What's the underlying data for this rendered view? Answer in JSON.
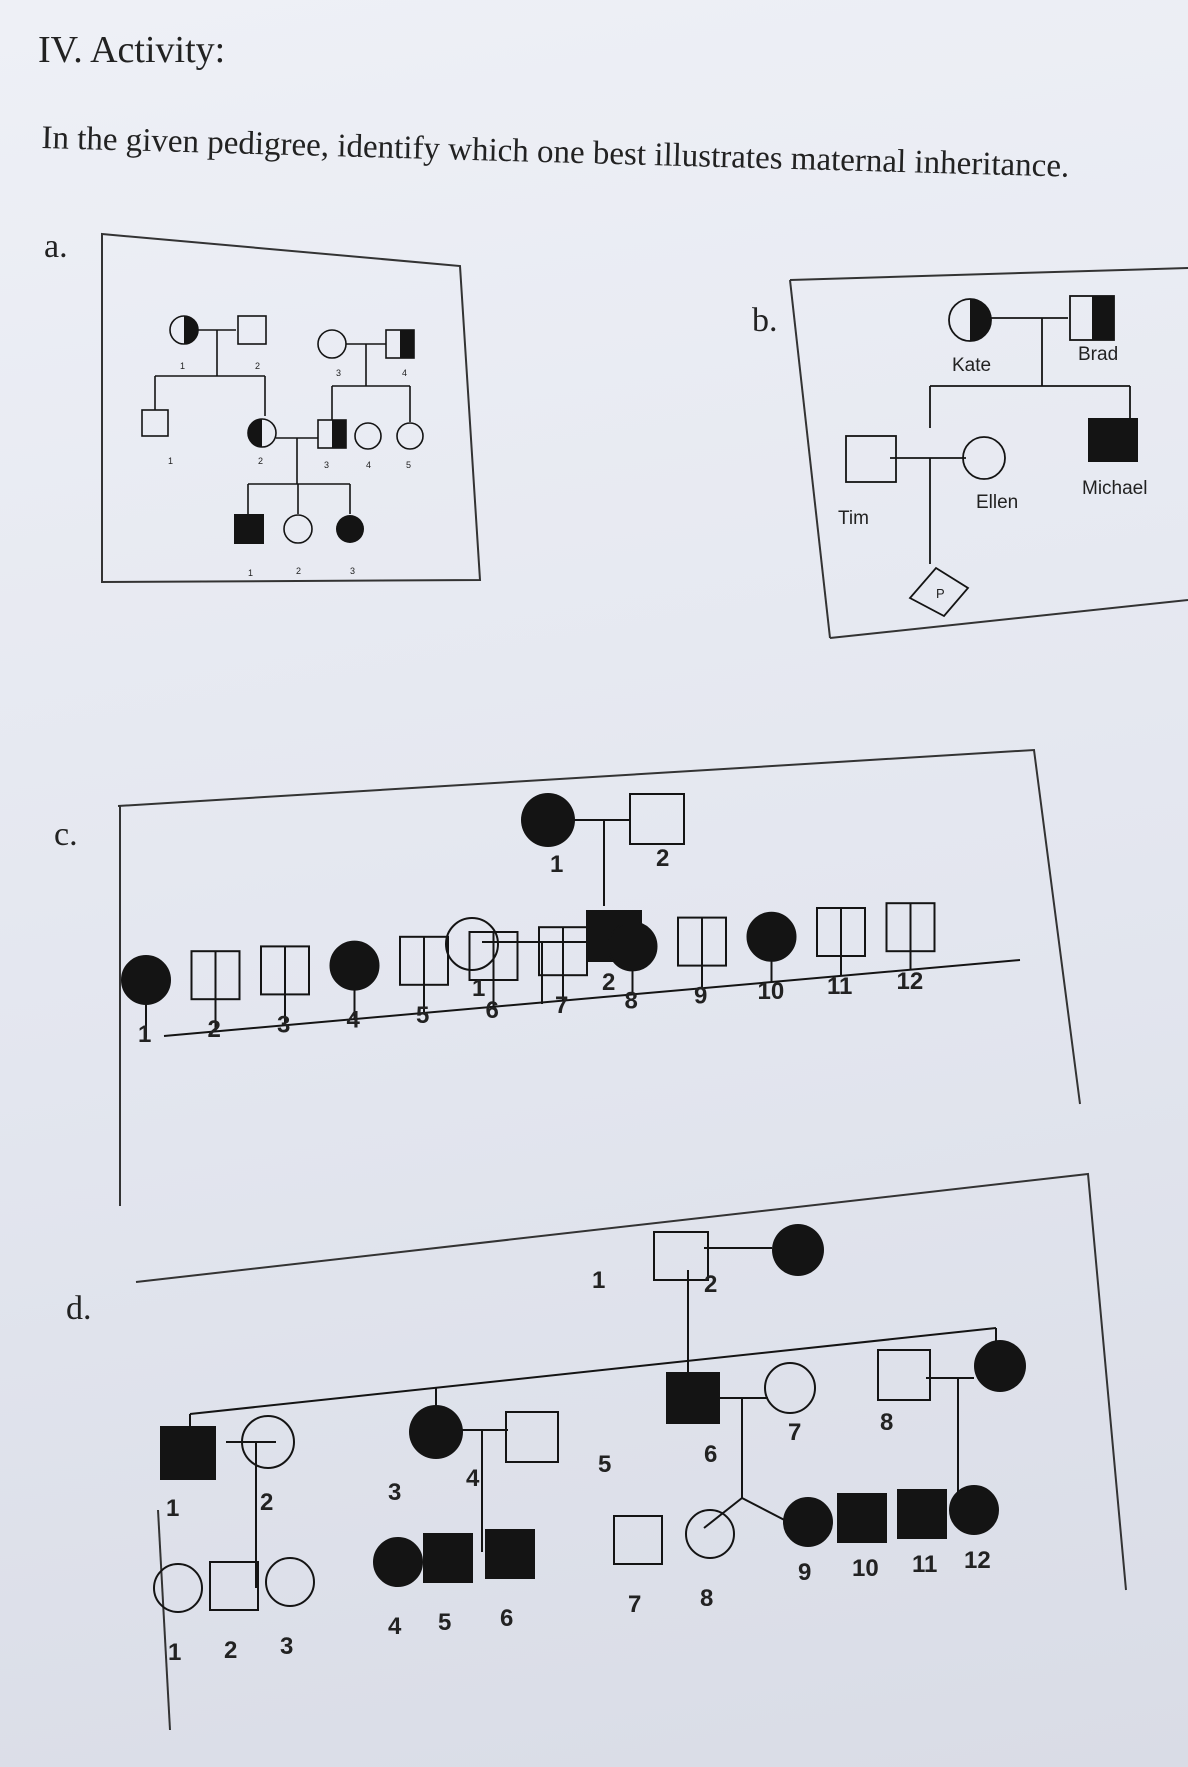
{
  "heading": "IV. Activity:",
  "instruction": "In the given pedigree, identify which one best illustrates maternal inheritance.",
  "options": {
    "a": {
      "label": "a.",
      "gen1": [
        "1",
        "2",
        "3",
        "4"
      ],
      "gen2": [
        "1",
        "2",
        "3",
        "4",
        "5"
      ],
      "gen3": [
        "1",
        "2",
        "3"
      ]
    },
    "b": {
      "label": "b.",
      "names": {
        "kate": "Kate",
        "brad": "Brad",
        "tim": "Tim",
        "ellen": "Ellen",
        "michael": "Michael",
        "proband": "P"
      }
    },
    "c": {
      "label": "c.",
      "gen1": [
        "1",
        "2"
      ],
      "gen2": [
        "1",
        "2"
      ],
      "gen3": [
        "1",
        "2",
        "3",
        "4",
        "5",
        "6",
        "7",
        "8",
        "9",
        "10",
        "11",
        "12"
      ]
    },
    "d": {
      "label": "d.",
      "gen1": [
        "1",
        "2"
      ],
      "gen2": [
        "1",
        "2",
        "3",
        "4",
        "5",
        "6",
        "7",
        "8"
      ],
      "gen3": [
        "1",
        "2",
        "3",
        "4",
        "5",
        "6",
        "7",
        "8",
        "9",
        "10",
        "11",
        "12"
      ]
    }
  },
  "colors": {
    "ink": "#141414",
    "paper": "#eef0f6",
    "frame": "#333333"
  }
}
